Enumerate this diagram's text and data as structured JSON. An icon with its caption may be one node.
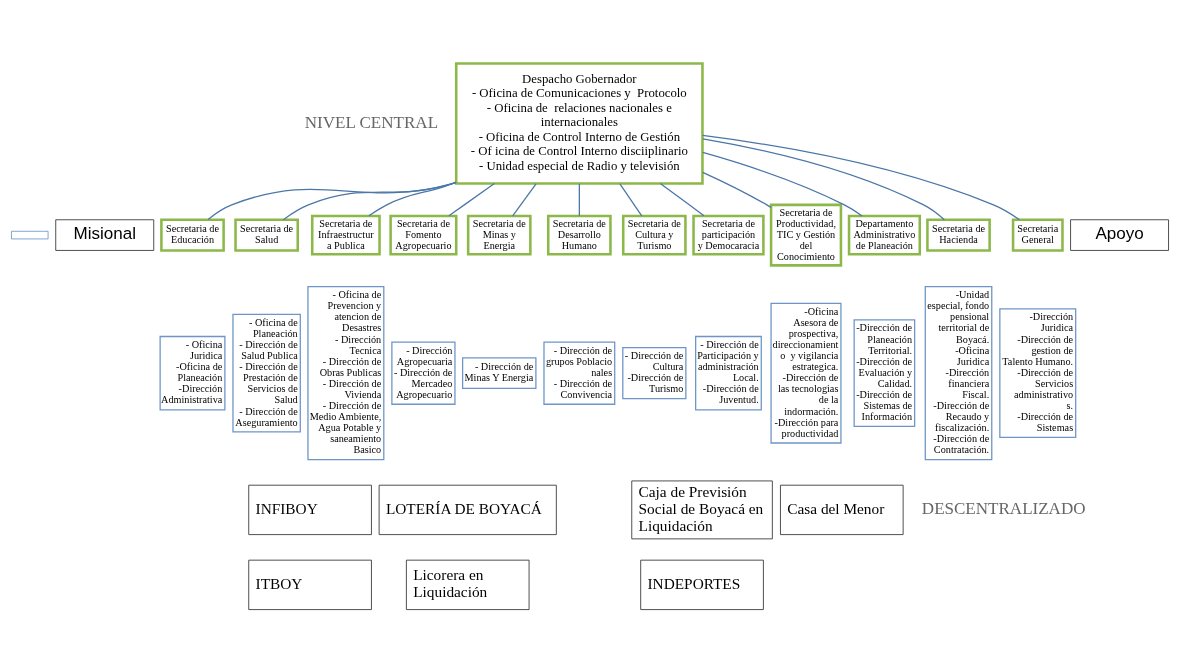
{
  "diagram": {
    "nodes": [
      {
        "text": [
          "Despacho Gobernador",
          "- Oficina de Comunicaciones y  Protocolo",
          "- Oficina de  relaciones nacionales e internacionales",
          "- Oficina de Control Interno de Gestión",
          "- Of icina de Control Interno disciiplinario",
          "- Unidad especial de Radio y televisión"
        ]
      },
      {
        "text": [],
        "shape": "box"
      },
      {
        "text": [
          "Misional"
        ]
      },
      {
        "text": [
          "Apoyo"
        ]
      },
      {
        "text": [
          "Secretaria de Educación"
        ]
      },
      {
        "text": [
          "- Oficina Juridica",
          "-Oficina de Planeación",
          "-Dirección Administrativa"
        ]
      },
      {
        "text": [
          "Secretaria de Salud"
        ]
      },
      {
        "text": [
          "- Oficina de Planeación",
          "- Dirección de Salud Publica",
          "- Dirección de Prestación de Servicios de Salud",
          "- Dirección de Aseguramiento"
        ]
      },
      {
        "text": [
          "Secretaria de Infraestructura Publica"
        ]
      },
      {
        "text": [
          "- Oficina de Prevencion y atencion de Desastres",
          "- Dirección Tecnica",
          "- Dirección de Obras Publicas",
          "- Dirección de Vivienda",
          "- Dirección de Medio Ambiente, Agua Potable y saneamiento Basico"
        ]
      },
      {
        "text": [
          "Secretaria de Fomento Agropecuario"
        ]
      },
      {
        "text": [
          "- Dirección Agropecuaria",
          "- Dirección de Mercadeo Agropecuario"
        ]
      },
      {
        "text": [
          "Secretaria de Minas y Energia"
        ]
      },
      {
        "text": [
          "- Dirección de Minas Y Energia"
        ]
      },
      {
        "text": [
          "Secretaria de Desarrollo Humano"
        ]
      },
      {
        "text": [
          "- Dirección de grupos Poblacio nales",
          "- Dirección de Convivencia"
        ]
      },
      {
        "text": [
          "Secretaria de Cultura y Turismo"
        ]
      },
      {
        "text": [
          "- Dirección de Cultura",
          "-Dirección de Turismo"
        ]
      },
      {
        "text": [
          "Secretaria de participación y Democaracia"
        ]
      },
      {
        "text": [
          "- Dirección de Participación y administración Local.",
          "-Dirección de Juventud."
        ]
      },
      {
        "text": [
          "Secretaria de Productividad, TIC y Gestión del Conocimiento"
        ]
      },
      {
        "text": [
          "-Oficina Asesora de prospectiva, direccionamient o  y vigilancia estrategica.",
          "-Dirección de las tecnologias de la indormación.",
          "-Dirección para productividad"
        ]
      },
      {
        "text": [
          "Departamento Administrativo de Planeación"
        ]
      },
      {
        "text": [
          "-Dirección de Planeación Territorial.",
          "-Dirección de Evaluación y Calidad.",
          "-Dirección de Sistemas de Información"
        ]
      },
      {
        "text": [
          "Secretaria de Hacienda"
        ]
      },
      {
        "text": [
          "-Unidad especial, fondo pensional territorial de Boyacá.",
          "-Oficina Juridica",
          "-Dirección financiera Fiscal.",
          "-Dirección de Recaudo y fiscalización.",
          "-Dirección de Contratación."
        ]
      },
      {
        "text": [
          "Secretaria General"
        ]
      },
      {
        "text": [
          "-Dirección Juridica",
          "-Dirección de gestion de Talento Humano.",
          "-Dirección de Servicios administrativo s.",
          "-Dirección de Sistemas"
        ]
      },
      {
        "text": [
          "INFIBOY"
        ]
      },
      {
        "text": [
          "ITBOY"
        ]
      },
      {
        "text": [
          "LOTERÍA DE BOYACÁ"
        ]
      },
      {
        "text": [
          "Licorera en Liquidación"
        ]
      },
      {
        "text": [
          "Caja de Previsión Social de Boyacá en Liquidación"
        ]
      },
      {
        "text": [
          "INDEPORTES"
        ]
      },
      {
        "text": [
          "Casa del Menor"
        ]
      }
    ],
    "edges": [
      {
        "from": 0,
        "to": 4,
        "arrow": "none"
      },
      {
        "from": 0,
        "to": 6,
        "arrow": "none"
      },
      {
        "from": 0,
        "to": 8,
        "arrow": "none"
      },
      {
        "from": 0,
        "to": 10,
        "arrow": "none"
      },
      {
        "from": 0,
        "to": 12,
        "arrow": "none"
      },
      {
        "from": 0,
        "to": 14,
        "arrow": "none"
      },
      {
        "from": 0,
        "to": 16,
        "arrow": "none"
      },
      {
        "from": 0,
        "to": 18,
        "arrow": "none"
      },
      {
        "from": 0,
        "to": 20,
        "arrow": "none"
      },
      {
        "from": 0,
        "to": 22,
        "arrow": "none"
      },
      {
        "from": 0,
        "to": 24,
        "arrow": "none"
      },
      {
        "from": 0,
        "to": 26,
        "arrow": "none"
      }
    ],
    "labels": [
      "NIVEL CENTRAL",
      "DESCENTRALIZADO"
    ]
  }
}
